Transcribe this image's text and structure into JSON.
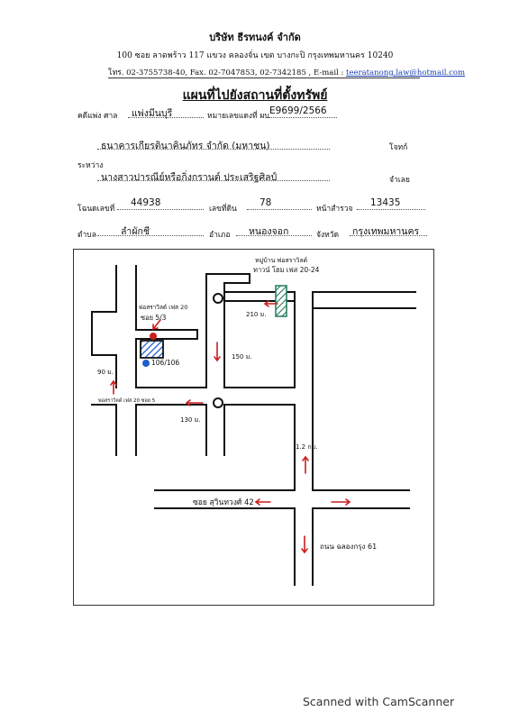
{
  "header": {
    "company": "บริษัท ธีรทนงค์ จำกัด",
    "address": "100 ซอย ลาดพร้าว 117 แขวง คลองจั่น เขต บางกะปิ กรุงเทพมหานคร 10240",
    "contact_prefix": "โทร. 02-3755738-40, Fax. 02-7047853, 02-7342185 , E-mail : ",
    "email": "teeratanong.law@hotmail.com"
  },
  "title": "แผนที่ไปยังสถานที่ตั้งทรัพย์",
  "form": {
    "court_label": "คดีแพ่ง ศาล",
    "court_value": "แพ่งมีนบุรี",
    "case_label": "หมายเลขแดงที่ ผบ",
    "case_value": "E9699/2566",
    "plaintiff_value": "ธนาคารเกียรตินาคินภัทร จำกัด (มหาชน)",
    "plaintiff_label": "โจทก์",
    "between_label": "ระหว่าง",
    "defendant_value": "นางสาวปารณีย์หรือกิ่งกรานต์ ประเสริฐศิลป์",
    "defendant_label": "จำเลย",
    "deed_label": "โฉนดเลขที่",
    "deed_value": "44938",
    "land_label": "เลขที่ดิน",
    "land_value": "78",
    "survey_label": "หน้าสำรวจ",
    "survey_value": "13435",
    "subdistrict_label": "ตำบล",
    "subdistrict_value": "ลำผักชี",
    "district_label": "อำเภอ",
    "district_value": "หนองจอก",
    "province_label": "จังหวัด",
    "province_value": "กรุงเทพมหานคร"
  },
  "map": {
    "label_village_line1": "หมู่บ้าน พ่อสราวิลด์",
    "label_village_line2": "ทาวน์ โฮม เฟส 20-24",
    "label_phase_line1": "พ่อสราวิลด์ เฟส 20",
    "label_phase_line2": "ซอย 5/3",
    "property_label": "106/106",
    "label_soi5": "พ่อสราวิลด์ เฟส 20 ซอย 5",
    "dist_210": "210 ม.",
    "dist_150": "150 ม.",
    "dist_90": "90 ม.",
    "dist_130": "130 ม.",
    "dist_1_2km": "1.2 กม.",
    "road_suwinthawong": "ซอย สุวินทวงศ์ 42",
    "road_chalongkrung": "ถนน ฉลองกรุง 61",
    "road_color": "#111111",
    "arrow_color": "#cc1f1f",
    "marker_color": "#1f5fcc",
    "gate_color": "#1e7a5a"
  },
  "footer": {
    "scanner": "Scanned with CamScanner"
  }
}
